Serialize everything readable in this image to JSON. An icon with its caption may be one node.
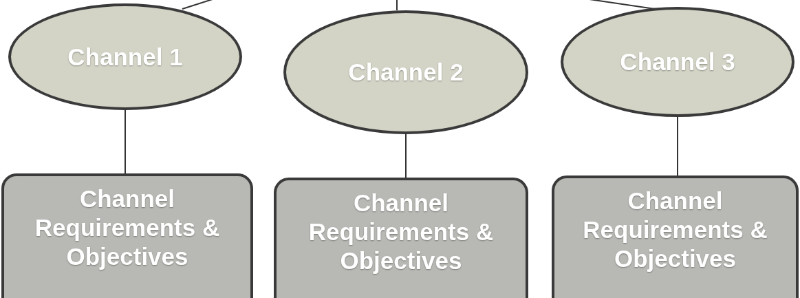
{
  "diagram": {
    "nodes": [
      {
        "text": [
          "Channel 1"
        ]
      },
      {
        "text": [
          "Channel 2"
        ]
      },
      {
        "text": [
          "Channel 3"
        ]
      },
      {
        "text": [
          "Channel Requirements & Objectives"
        ]
      },
      {
        "text": [
          "Channel Requirements & Objectives"
        ]
      },
      {
        "text": [
          "Channel Requirements & Objectives"
        ]
      }
    ],
    "edges": [
      {
        "from": null,
        "to": 0,
        "arrow": "none"
      },
      {
        "from": null,
        "to": 1,
        "arrow": "none"
      },
      {
        "from": null,
        "to": 2,
        "arrow": "none"
      },
      {
        "from": 0,
        "to": 3,
        "arrow": "none"
      },
      {
        "from": 1,
        "to": 4,
        "arrow": "none"
      },
      {
        "from": 2,
        "to": 5,
        "arrow": "none"
      }
    ]
  }
}
